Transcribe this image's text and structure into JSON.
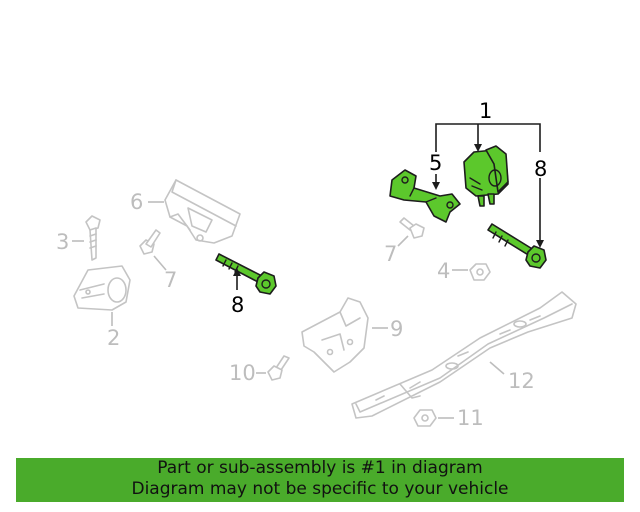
{
  "callouts": {
    "n1": "1",
    "n2": "2",
    "n3": "3",
    "n4": "4",
    "n5": "5",
    "n6": "6",
    "n7a": "7",
    "n7b": "7",
    "n8a": "8",
    "n8b": "8",
    "n9": "9",
    "n10": "10",
    "n11": "11",
    "n12": "12"
  },
  "highlighted_callout": "1",
  "colors": {
    "highlight": "#5cc82c",
    "banner": "#4aab2b",
    "inactive": "#c4c4c4"
  },
  "banner": {
    "line1": "Part or sub-assembly is #1 in diagram",
    "line2": "Diagram may not be specific to your vehicle"
  }
}
